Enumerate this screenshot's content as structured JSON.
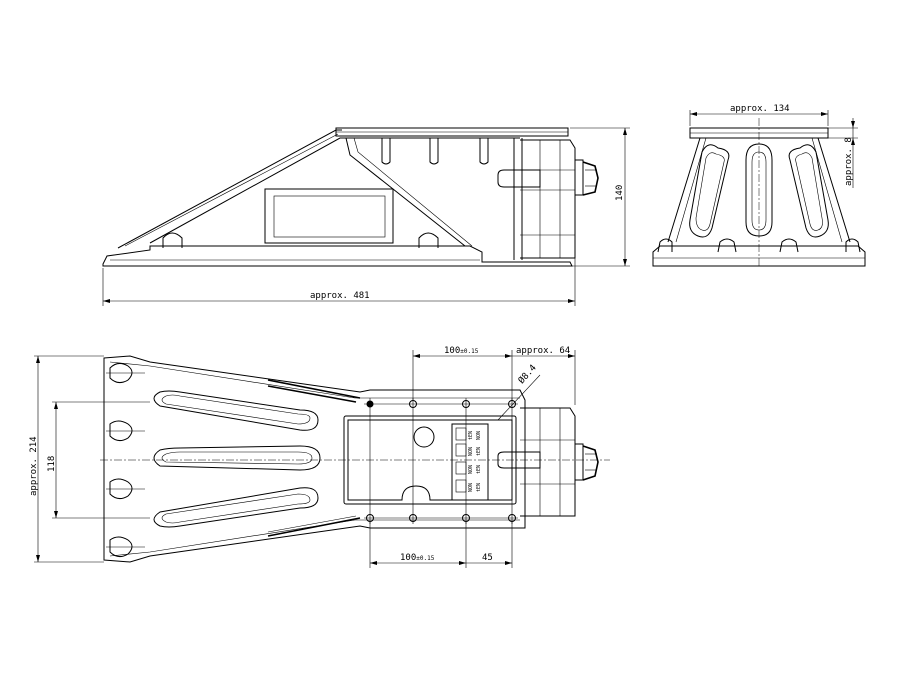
{
  "dimensions": {
    "side_length": "approx. 481",
    "side_height": "140",
    "front_width": "approx. 134",
    "front_flange": "approx. 8",
    "top_hole_spacing_top": "100",
    "top_hole_spacing_bottom": "100",
    "tolerance": "±0.15",
    "end_offset": "approx. 64",
    "hole_diameter": "Ø8.4",
    "overall_width": "approx. 214",
    "inner_width": "118",
    "bottom_offset": "45"
  },
  "labels": {
    "switch_1a": "tEN",
    "switch_1b": "NON",
    "switch_2a": "NON",
    "switch_2b": "tEN",
    "switch_3a": "NON",
    "switch_3b": "tEN",
    "switch_4a": "NON",
    "switch_4b": "tEN"
  },
  "colors": {
    "line": "#000000",
    "background": "#ffffff"
  }
}
